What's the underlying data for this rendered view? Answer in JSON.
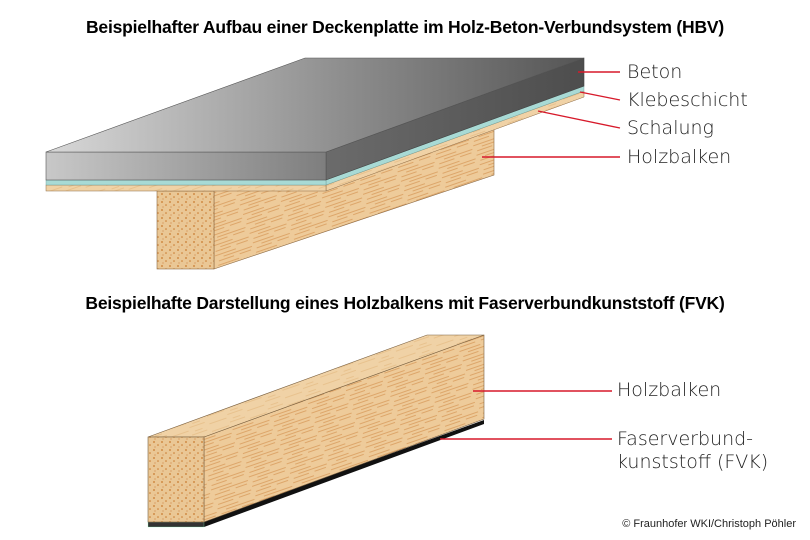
{
  "figure1": {
    "title": "Beispielhafter Aufbau einer Deckenplatte im Holz-Beton-Verbundsystem (HBV)",
    "labels": [
      "Beton",
      "Klebeschicht",
      "Schalung",
      "Holzbalken"
    ]
  },
  "figure2": {
    "title": "Beispielhafte Darstellung eines Holzbalkens mit Faserverbundkunststoff (FVK)",
    "labels": [
      "Holzbalken",
      "Faserverbund-",
      "kunststoff (FVK)"
    ]
  },
  "credit": "© Fraunhofer WKI/Christoph Pöhler",
  "colors": {
    "leader_line": "#d7192a",
    "concrete_light": "#d2d2d2",
    "concrete_dark": "#5a5a5a",
    "adhesive": "#a8dad5",
    "wood": "#eecb9a",
    "wood_grain": "#c97a2e",
    "fvk": "#111111"
  }
}
